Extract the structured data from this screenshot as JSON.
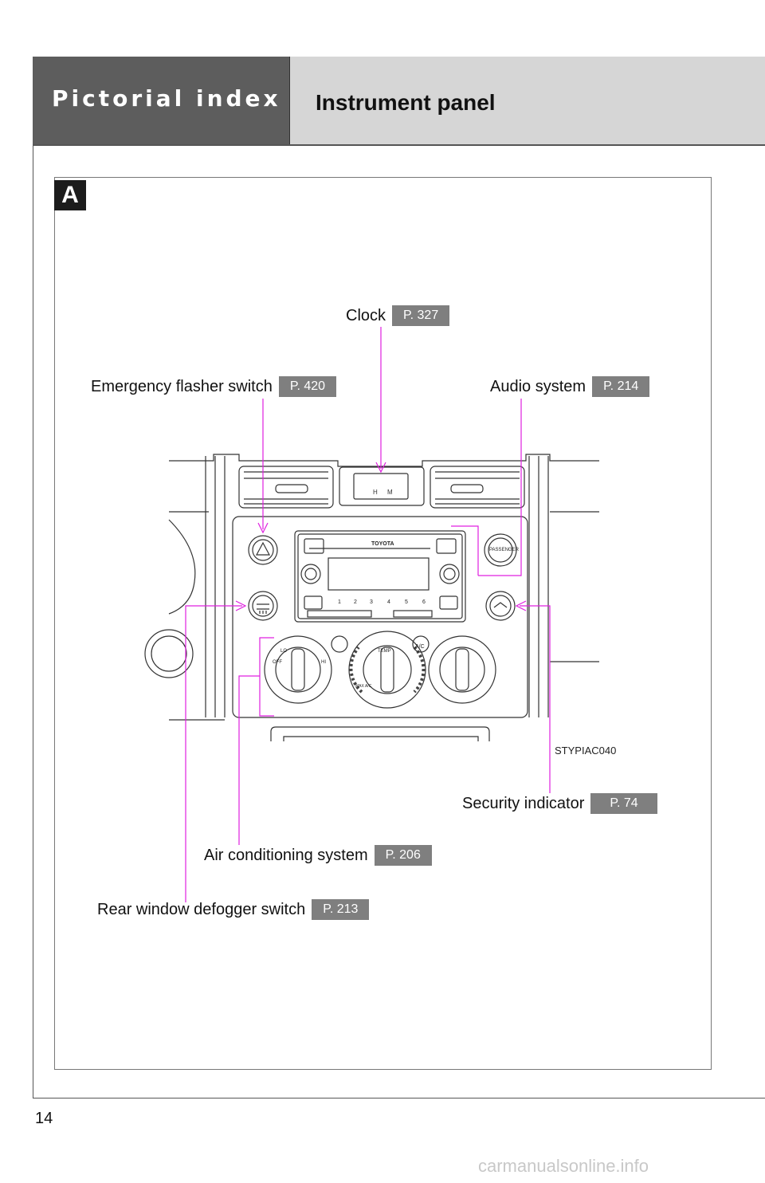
{
  "header": {
    "section_title": "Pictorial index",
    "page_subtitle": "Instrument panel"
  },
  "section_badge": "A",
  "callouts": {
    "clock": {
      "label": "Clock",
      "page": "P. 327"
    },
    "emergency_flasher": {
      "label": "Emergency flasher switch",
      "page": "P. 420"
    },
    "audio_system": {
      "label": "Audio system",
      "page": "P. 214"
    },
    "security_indicator": {
      "label": "Security indicator",
      "page": "P. 74"
    },
    "air_conditioning": {
      "label": "Air conditioning system",
      "page": "P. 206"
    },
    "rear_defogger": {
      "label": "Rear window defogger switch",
      "page": "P. 213"
    }
  },
  "illustration": {
    "code": "STYPIAC040",
    "radio_brand": "TOYOTA",
    "passenger_label": "PASSENGER",
    "temp_label": "TEMP",
    "ac_label": "A/C",
    "fan_labels": {
      "off": "OFF",
      "lo": "LO",
      "hi": "HI"
    },
    "max_ac": "MAX A/C",
    "radio_buttons": [
      "1",
      "2",
      "3",
      "4",
      "5",
      "6"
    ],
    "colors": {
      "leader": "#e020e0",
      "pageref": "#7f7f7f"
    }
  },
  "footer": {
    "page_number": "14",
    "watermark": "carmanualsonline.info"
  }
}
